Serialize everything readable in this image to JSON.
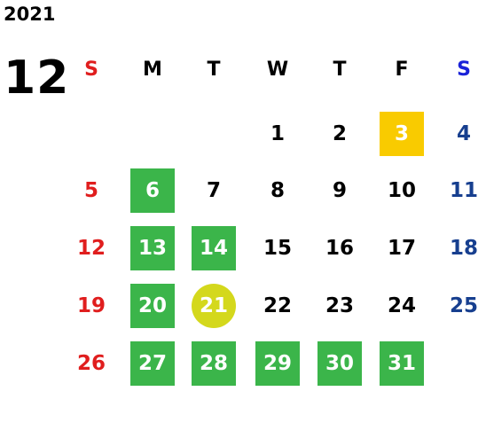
{
  "calendar": {
    "year": "2021",
    "month": "12",
    "weekdays": [
      {
        "label": "S",
        "color": "#e01e1e"
      },
      {
        "label": "M",
        "color": "#000000"
      },
      {
        "label": "T",
        "color": "#000000"
      },
      {
        "label": "W",
        "color": "#000000"
      },
      {
        "label": "T",
        "color": "#000000"
      },
      {
        "label": "F",
        "color": "#000000"
      },
      {
        "label": "S",
        "color": "#1a22d8"
      }
    ],
    "colors": {
      "sunday": "#e01e1e",
      "saturday": "#173f8f",
      "weekday": "#000000",
      "green_highlight": "#3bb54a",
      "yellow_highlight": "#f9cb00",
      "today_circle": "#d4d81c"
    },
    "weeks": [
      [
        "",
        "",
        "",
        "1",
        "2",
        "3",
        "4"
      ],
      [
        "5",
        "6",
        "7",
        "8",
        "9",
        "10",
        "11"
      ],
      [
        "12",
        "13",
        "14",
        "15",
        "16",
        "17",
        "18"
      ],
      [
        "19",
        "20",
        "21",
        "22",
        "23",
        "24",
        "25"
      ],
      [
        "26",
        "27",
        "28",
        "29",
        "30",
        "31",
        ""
      ]
    ],
    "green_days": [
      "6",
      "13",
      "14",
      "20",
      "27",
      "28",
      "29",
      "30",
      "31"
    ],
    "yellow_days": [
      "3"
    ],
    "today": "21"
  }
}
